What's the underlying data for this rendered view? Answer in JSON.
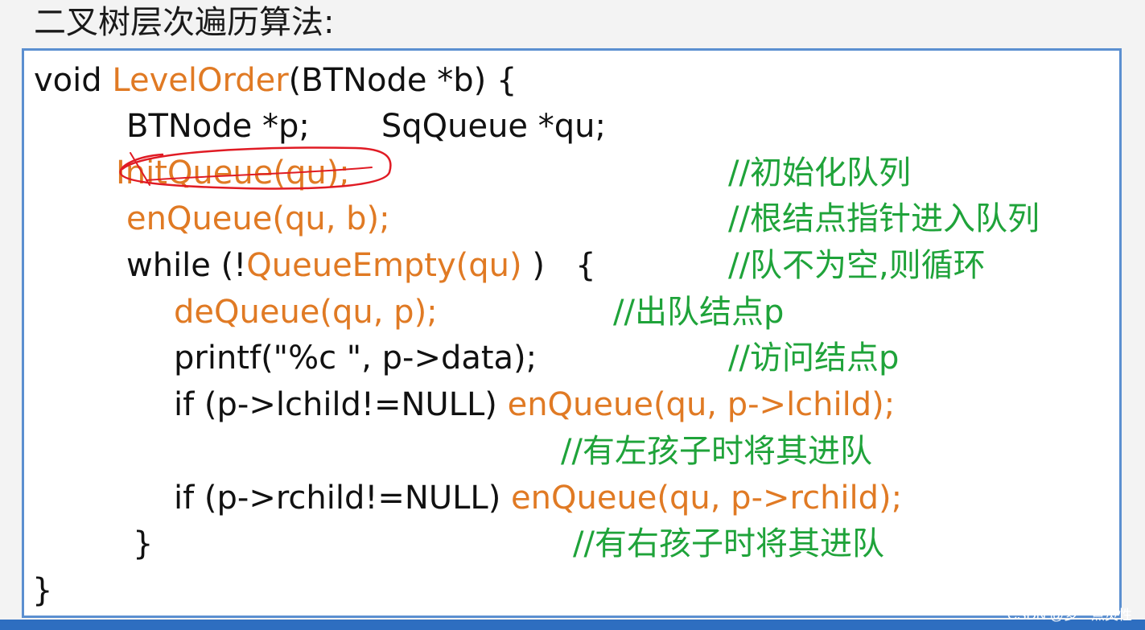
{
  "title": "二叉树层次遍历算法:",
  "colors": {
    "code": "#111111",
    "function": "#e07a24",
    "comment": "#1fa33a",
    "annotation": "#e01b24",
    "border": "#5b8fd0",
    "band": "#2e6ec0"
  },
  "code_lines": [
    {
      "segments": [
        {
          "text": "void ",
          "kind": "code"
        },
        {
          "text": "LevelOrder",
          "kind": "function"
        },
        {
          "text": "(BTNode *b) {",
          "kind": "code"
        }
      ]
    },
    {
      "segments": [
        {
          "text": "BTNode *p;       SqQueue *qu;",
          "kind": "code"
        }
      ]
    },
    {
      "segments": [
        {
          "text": "InitQueue(qu);",
          "kind": "function"
        }
      ]
    },
    {
      "segments": [
        {
          "text": "enQueue(qu, b);",
          "kind": "function"
        }
      ]
    },
    {
      "segments": [
        {
          "text": "while (!",
          "kind": "code"
        },
        {
          "text": "QueueEmpty(qu)",
          "kind": "function"
        },
        {
          "text": " )   {",
          "kind": "code"
        }
      ]
    },
    {
      "segments": [
        {
          "text": "deQueue(qu, p);",
          "kind": "function"
        }
      ]
    },
    {
      "segments": [
        {
          "text": "printf(\"%c \", p->data);",
          "kind": "code"
        }
      ]
    },
    {
      "segments": [
        {
          "text": "if (p->lchild!=NULL) ",
          "kind": "code"
        },
        {
          "text": "enQueue(qu, p->lchild);",
          "kind": "function"
        }
      ]
    },
    {
      "segments": [
        {
          "text": "if (p->rchild!=NULL) ",
          "kind": "code"
        },
        {
          "text": "enQueue(qu, p->rchild);",
          "kind": "function"
        }
      ]
    },
    {
      "segments": [
        {
          "text": "}",
          "kind": "code"
        }
      ]
    },
    {
      "segments": [
        {
          "text": "}",
          "kind": "code"
        }
      ]
    }
  ],
  "comments": [
    "//初始化队列",
    "//根结点指针进入队列",
    "//队不为空,则循环",
    "//出队结点p",
    "//访问结点p",
    "//有左孩子时将其进队",
    "//有右孩子时将其进队"
  ],
  "watermark": "CSDN @多一点灵性"
}
